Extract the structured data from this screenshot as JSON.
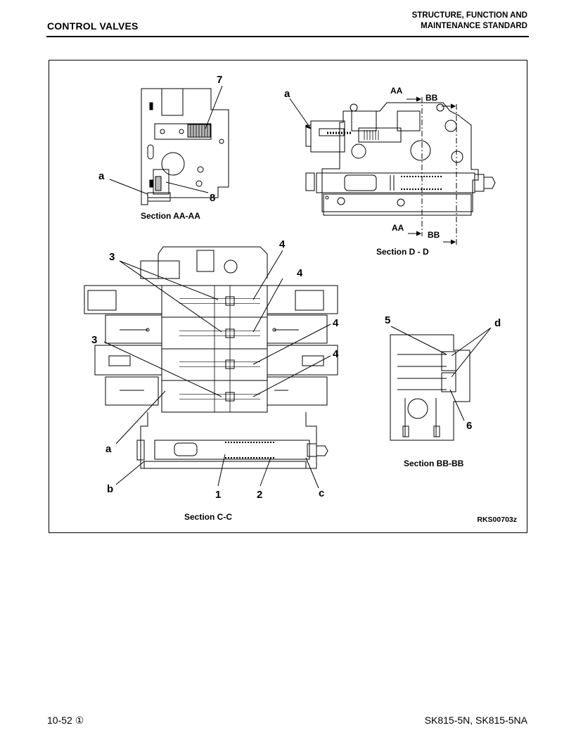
{
  "header": {
    "section_title": "CONTROL VALVES",
    "chapter_title_line1": "STRUCTURE, FUNCTION AND",
    "chapter_title_line2": "MAINTENANCE STANDARD"
  },
  "figure": {
    "drawing_code": "RKS00703z",
    "sections": {
      "aa": {
        "caption": "Section AA-AA",
        "callouts": [
          "7",
          "a",
          "8"
        ]
      },
      "dd": {
        "caption": "Section D - D",
        "callouts": [
          "a"
        ],
        "cut_marks": [
          "AA",
          "BB",
          "AA",
          "BB"
        ]
      },
      "cc": {
        "caption": "Section C-C",
        "callouts": [
          "3",
          "4",
          "4",
          "3",
          "4",
          "4",
          "a",
          "b",
          "1",
          "2",
          "c"
        ]
      },
      "bb": {
        "caption": "Section BB-BB",
        "callouts": [
          "5",
          "d",
          "6"
        ]
      }
    }
  },
  "footer": {
    "page_number": "10-52 ①",
    "models": "SK815-5N, SK815-5NA"
  }
}
